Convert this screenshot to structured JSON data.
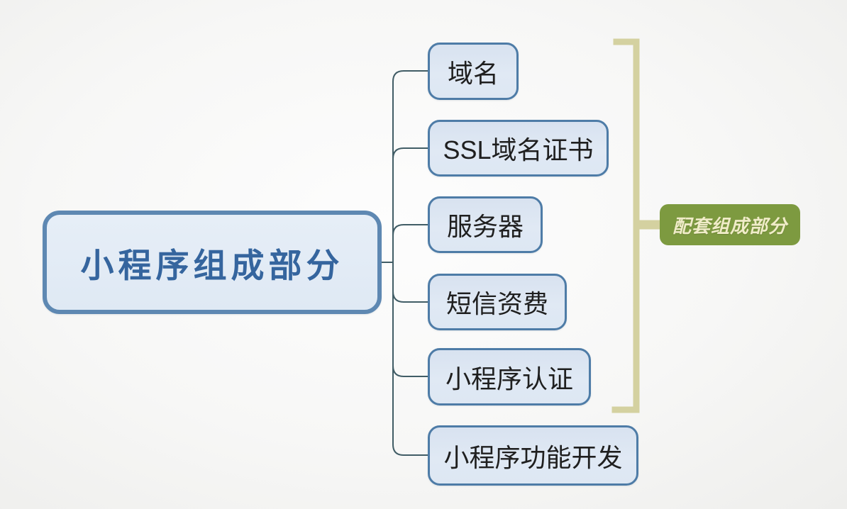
{
  "diagram": {
    "type": "mindmap",
    "root": {
      "label": "小程序组成部分"
    },
    "children": [
      {
        "label": "域名"
      },
      {
        "label": "SSL域名证书"
      },
      {
        "label": "服务器"
      },
      {
        "label": "短信资费"
      },
      {
        "label": "小程序认证"
      },
      {
        "label": "小程序功能开发"
      }
    ],
    "group": {
      "label": "配套组成部分",
      "covers_children": [
        "域名",
        "SSL域名证书",
        "服务器",
        "短信资费",
        "小程序认证"
      ]
    },
    "colors": {
      "root_border": "#5e88b2",
      "root_fill": "#e2ebf5",
      "root_text": "#35659e",
      "child_border": "#4e7ca7",
      "child_fill": "#dde7f3",
      "child_text": "#1f1f1f",
      "connector": "#415d66",
      "bracket": "#d4d1a0",
      "group_fill": "#7d9a40",
      "group_text": "#f0ecc8",
      "background": "#f5f5f4"
    }
  }
}
